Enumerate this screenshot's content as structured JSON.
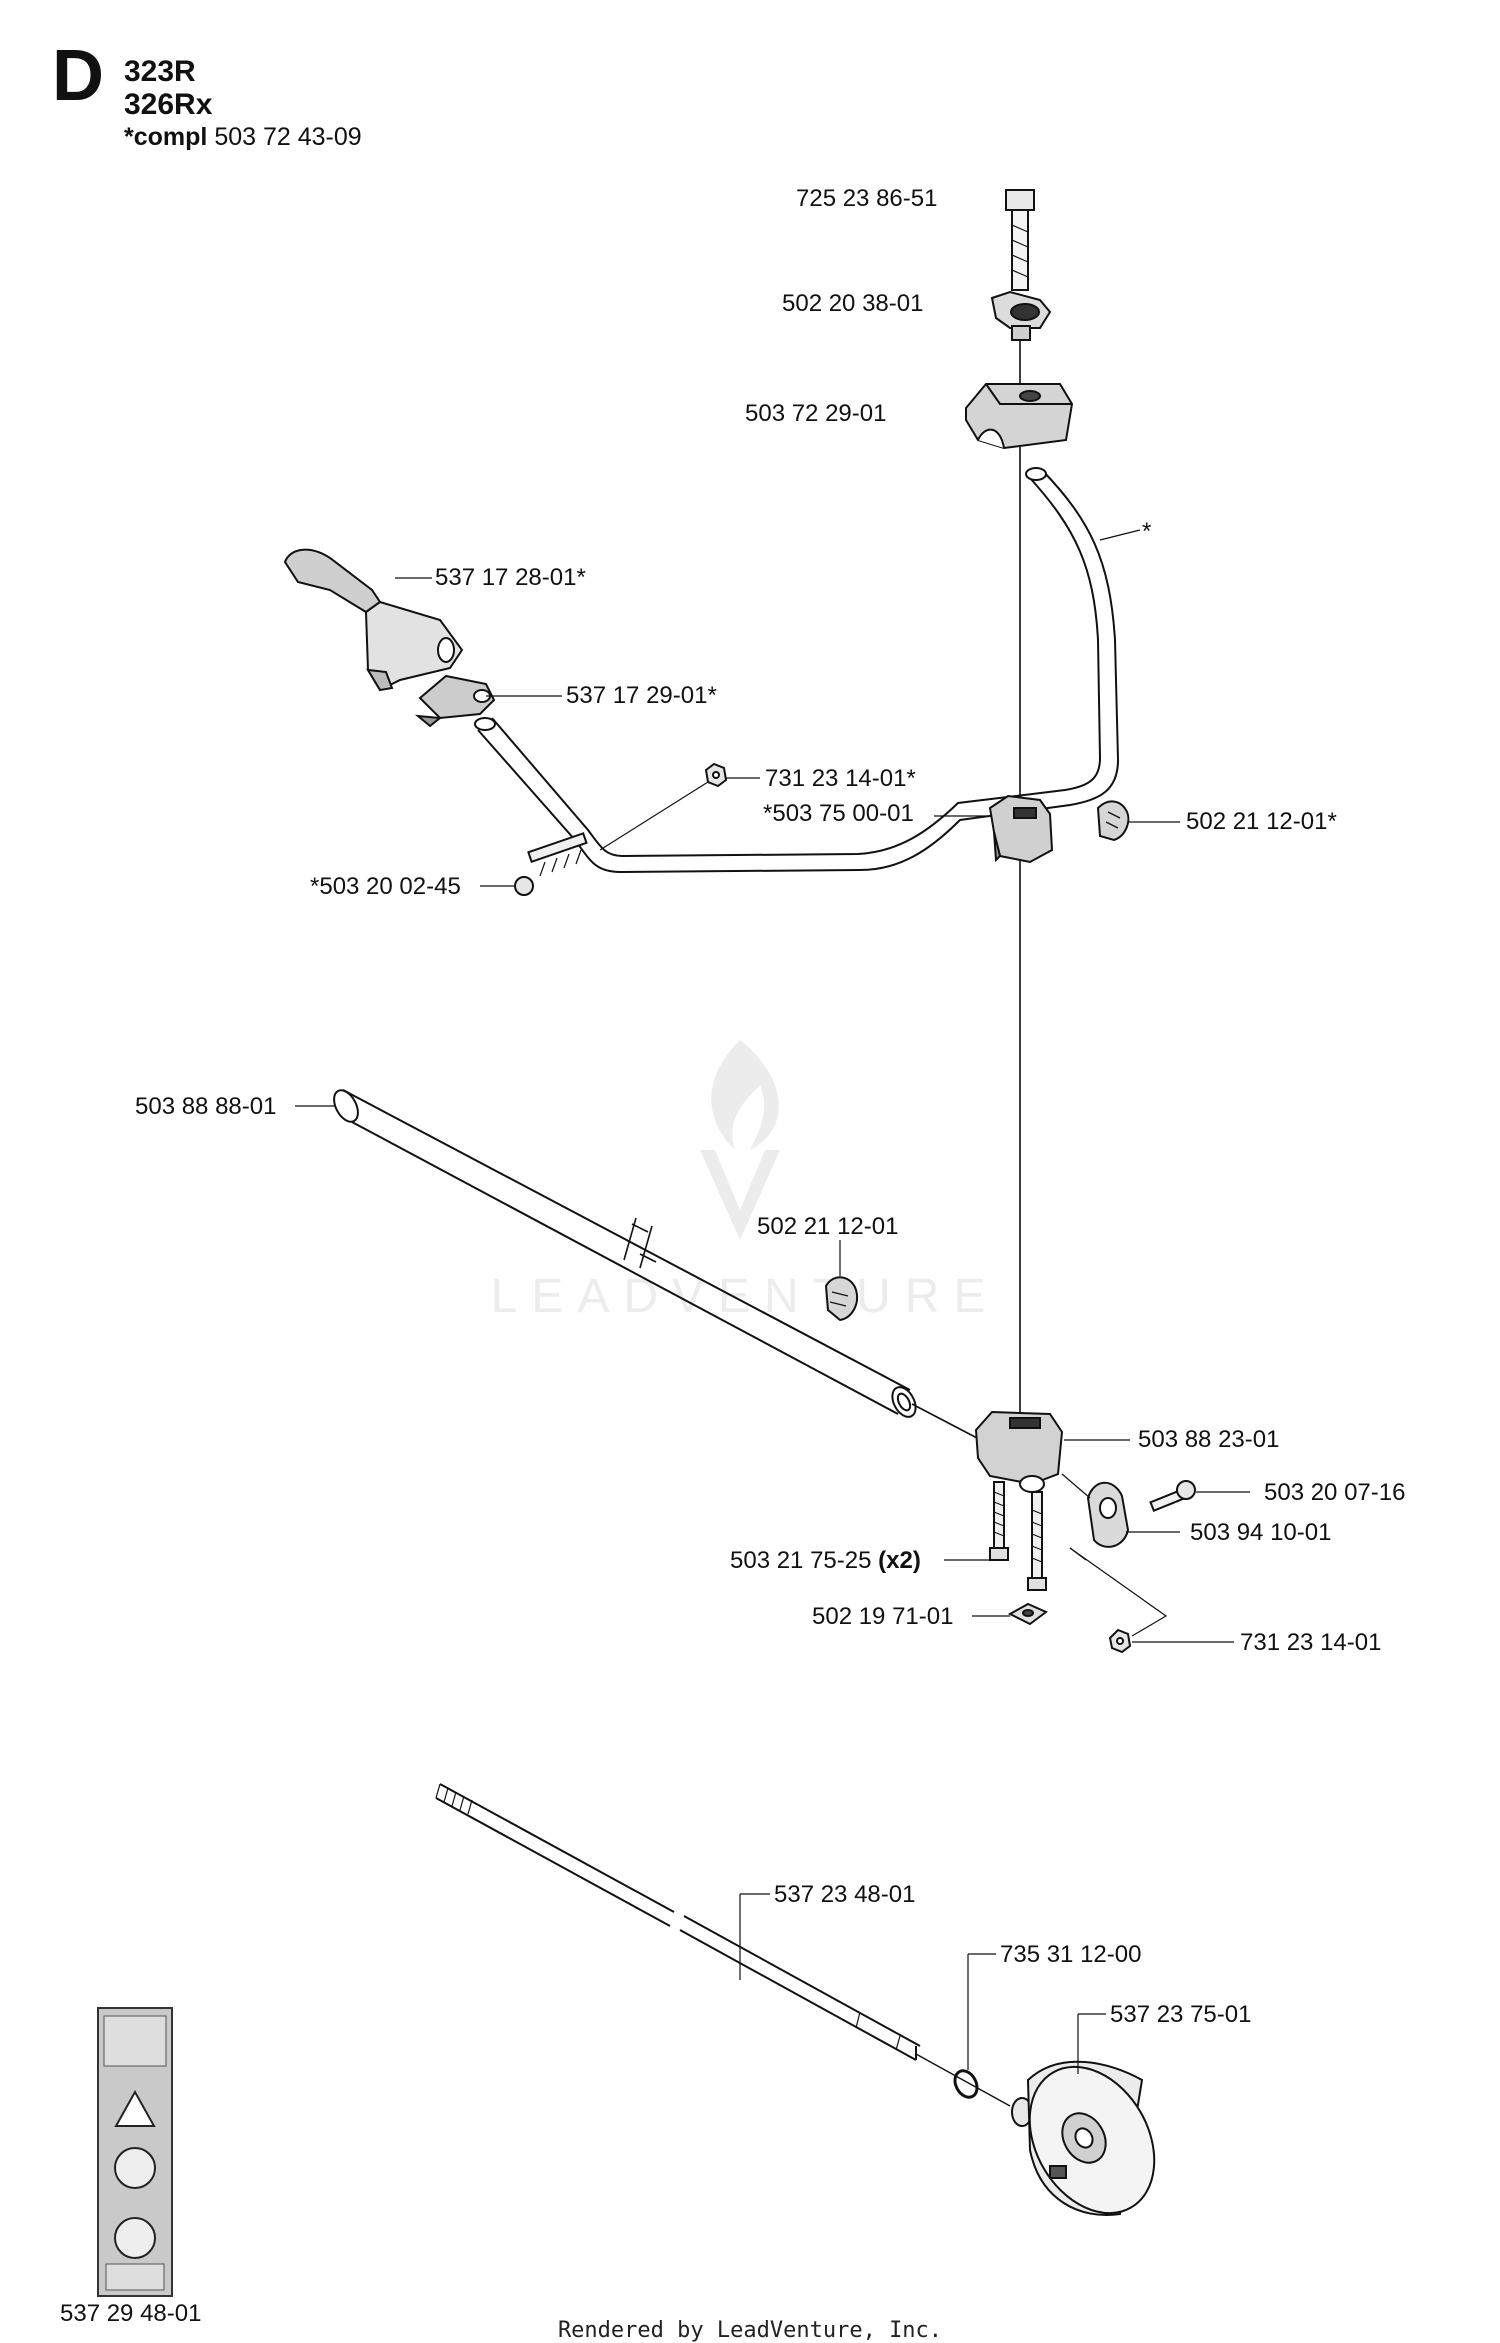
{
  "header": {
    "section_letter": "D",
    "models": [
      "323R",
      "326Rx"
    ],
    "compl_prefix": "*compl",
    "compl_number": "503 72 43-09"
  },
  "parts": [
    {
      "id": "bolt",
      "number": "725 23 86-51"
    },
    {
      "id": "wing-knob",
      "number": "502 20 38-01"
    },
    {
      "id": "clamp-top",
      "number": "503 72 29-01"
    },
    {
      "id": "handlebar",
      "number": "*"
    },
    {
      "id": "grip",
      "number": "537 17 28-01*"
    },
    {
      "id": "throttle-holder",
      "number": "537 17 29-01*"
    },
    {
      "id": "nut-upper",
      "number": "731 23 14-01*"
    },
    {
      "id": "clamp-mid",
      "number": "*503 75 00-01"
    },
    {
      "id": "cable-clip-upper",
      "number": "502 21 12-01*"
    },
    {
      "id": "screw-handlebar",
      "number": "*503 20 02-45"
    },
    {
      "id": "shaft-tube",
      "number": "503 88 88-01"
    },
    {
      "id": "cable-clip-lower",
      "number": "502 21 12-01"
    },
    {
      "id": "handle-bracket",
      "number": "503 88 23-01"
    },
    {
      "id": "screw-side",
      "number": "503 20 07-16"
    },
    {
      "id": "side-bracket",
      "number": "503 94 10-01"
    },
    {
      "id": "screws-bottom",
      "number": "503 21 75-25",
      "qty": "(x2)"
    },
    {
      "id": "square-nut",
      "number": "502 19 71-01"
    },
    {
      "id": "nut-lower",
      "number": "731 23 14-01"
    },
    {
      "id": "drive-shaft",
      "number": "537 23 48-01"
    },
    {
      "id": "circlip",
      "number": "735 31 12-00"
    },
    {
      "id": "clutch-drum",
      "number": "537 23 75-01"
    },
    {
      "id": "decal",
      "number": "537 29 48-01"
    }
  ],
  "footer": "Rendered by LeadVenture, Inc.",
  "watermark": "LEADVENTURE",
  "colors": {
    "line": "#111111",
    "part_fill": "#e8e8e8",
    "part_shadow": "#9a9a9a",
    "watermark": "#e6e6e6"
  }
}
